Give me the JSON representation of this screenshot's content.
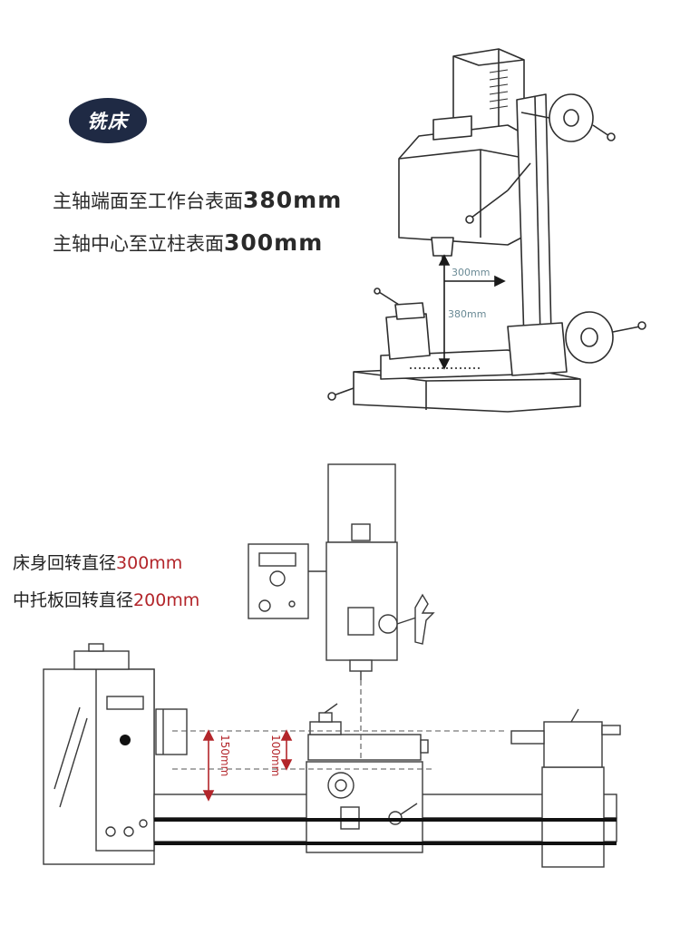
{
  "mill_section": {
    "badge_label": "铣床",
    "spindle_to_table_label": "主轴端面至工作台表面",
    "spindle_to_table_value": "380mm",
    "spindle_to_column_label": "主轴中心至立柱表面",
    "spindle_to_column_value": "300mm",
    "dim_horizontal": "300mm",
    "dim_vertical": "380mm"
  },
  "lathe_section": {
    "swing_over_bed_label": "床身回转直径",
    "swing_over_bed_value": "300mm",
    "swing_over_slide_label": "中托板回转直径",
    "swing_over_slide_value": "200mm",
    "dim_150": "150mm",
    "dim_100": "100mm"
  },
  "colors": {
    "badge_bg": "#1f2a44",
    "value_red": "#b3262b",
    "line_dark": "#333333",
    "dim_teal": "#6a8a95"
  }
}
